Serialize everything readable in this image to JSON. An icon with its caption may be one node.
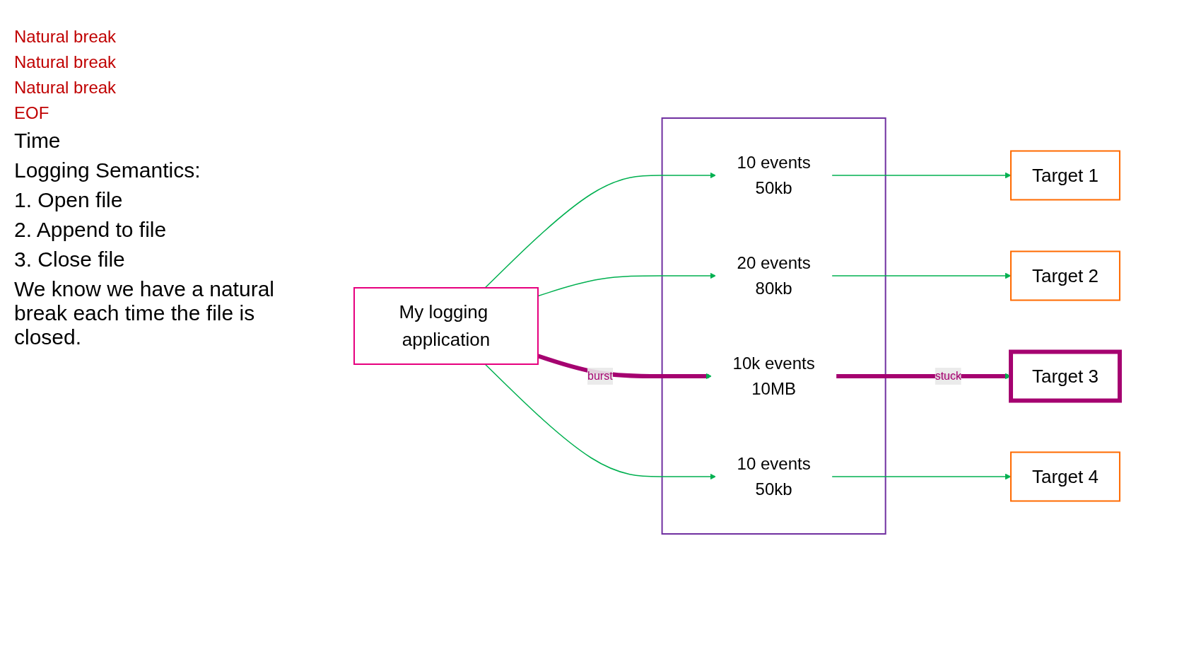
{
  "diagram": {
    "nodes": [
      {
        "text": [
          "My logging application"
        ]
      },
      {
        "text": [],
        "shape": "box"
      },
      {
        "text": [
          "10 events",
          "50kb"
        ],
        "in": 1
      },
      {
        "text": [
          "20 events",
          "80kb"
        ],
        "in": 1
      },
      {
        "text": [
          "10k events",
          "10MB"
        ],
        "in": 1
      },
      {
        "text": [
          "10 events",
          "50kb"
        ],
        "in": 1
      },
      {
        "text": [
          "Target 1"
        ]
      },
      {
        "text": [
          "Target 2"
        ]
      },
      {
        "text": [
          "Target 3"
        ]
      },
      {
        "text": [
          "Target 4"
        ]
      }
    ],
    "edges": [
      {
        "from": 0,
        "to": 2,
        "arrow": "to"
      },
      {
        "from": 0,
        "to": 3,
        "arrow": "to"
      },
      {
        "from": 0,
        "to": 4,
        "arrow": "to",
        "label": "burst",
        "style": "thick",
        "color": "#a50270"
      },
      {
        "from": 0,
        "to": 5,
        "arrow": "to"
      },
      {
        "from": 2,
        "to": 6,
        "arrow": "to"
      },
      {
        "from": 3,
        "to": 7,
        "arrow": "to"
      },
      {
        "from": 4,
        "to": 8,
        "arrow": "to",
        "label": "stuck",
        "style": "thick",
        "color": "#a50270"
      },
      {
        "from": 5,
        "to": 9,
        "arrow": "to"
      }
    ],
    "labels": [
      "Natural break",
      "Natural break",
      "Natural break",
      "EOF",
      "Time",
      "Logging Semantics:",
      "1. Open file",
      "2. Append to file",
      "3. Close file",
      "We know we have a natural break each time the file is closed."
    ]
  }
}
